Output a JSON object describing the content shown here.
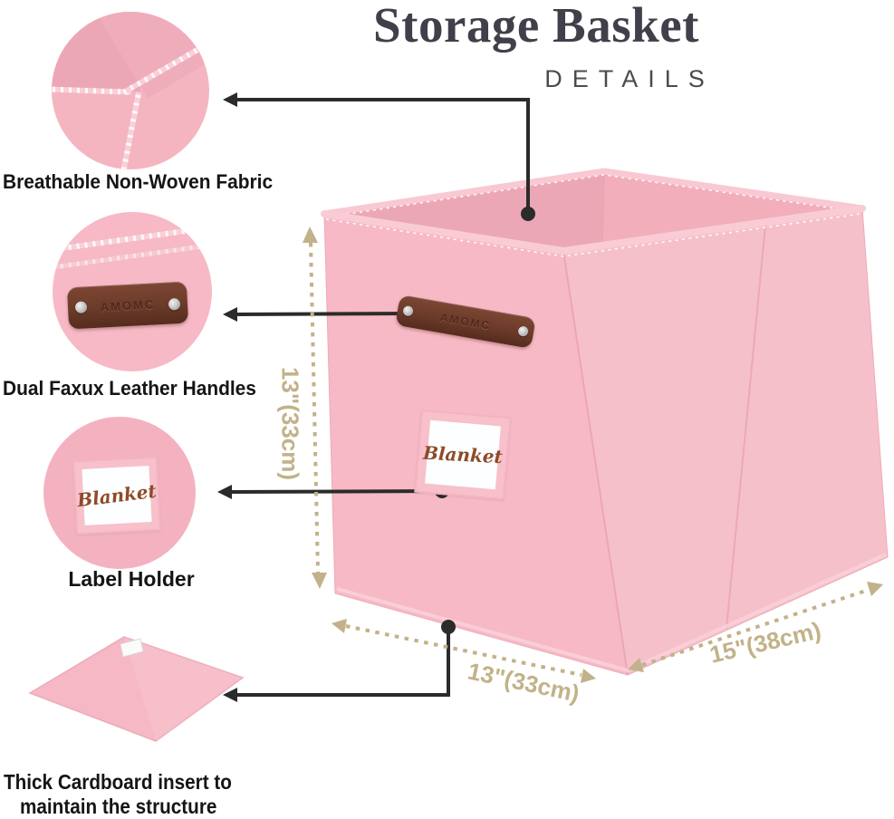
{
  "header": {
    "title": "Storage Basket",
    "subtitle": "DETAILS"
  },
  "features": [
    {
      "label": "Breathable Non-Woven Fabric"
    },
    {
      "label": "Dual Faxux Leather Handles"
    },
    {
      "label": "Label Holder"
    },
    {
      "label_line1": "Thick Cardboard insert to",
      "label_line2": "maintain the structure"
    }
  ],
  "basket": {
    "embossed_brand": "AMOMC",
    "label_card_text": "Blanket"
  },
  "dimensions": {
    "height_label": "13\"(33cm)",
    "width_label": "13\"(33cm)",
    "depth_label": "15\"(38cm)"
  },
  "colors": {
    "fabric_pink": "#f7b9c5",
    "fabric_pink_light": "#f6c0cb",
    "fabric_pink_inner": "#f2aebb",
    "fabric_pink_dark": "#eca7b6",
    "rim_pink": "#f9ccd5",
    "leather_brown": "#6f3d2c",
    "dimension_tan": "#c2b289",
    "connector_black": "#2b2b2b",
    "script_brown": "#8d4b28",
    "title_gray": "#413f4a",
    "text_black": "#151515"
  }
}
